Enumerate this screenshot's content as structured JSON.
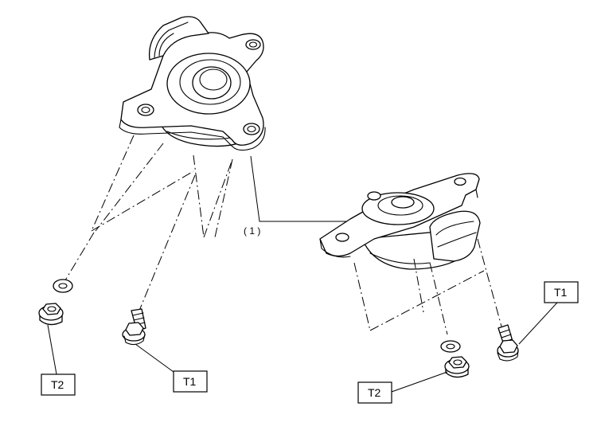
{
  "labels": {
    "ref_1": "( 1 )",
    "t1_left": "T1",
    "t2_left": "T2",
    "t1_right": "T1",
    "t2_right": "T2"
  },
  "icons": [
    "mount-bracket-icon",
    "washer-icon",
    "flange-nut-icon",
    "flange-bolt-icon"
  ]
}
